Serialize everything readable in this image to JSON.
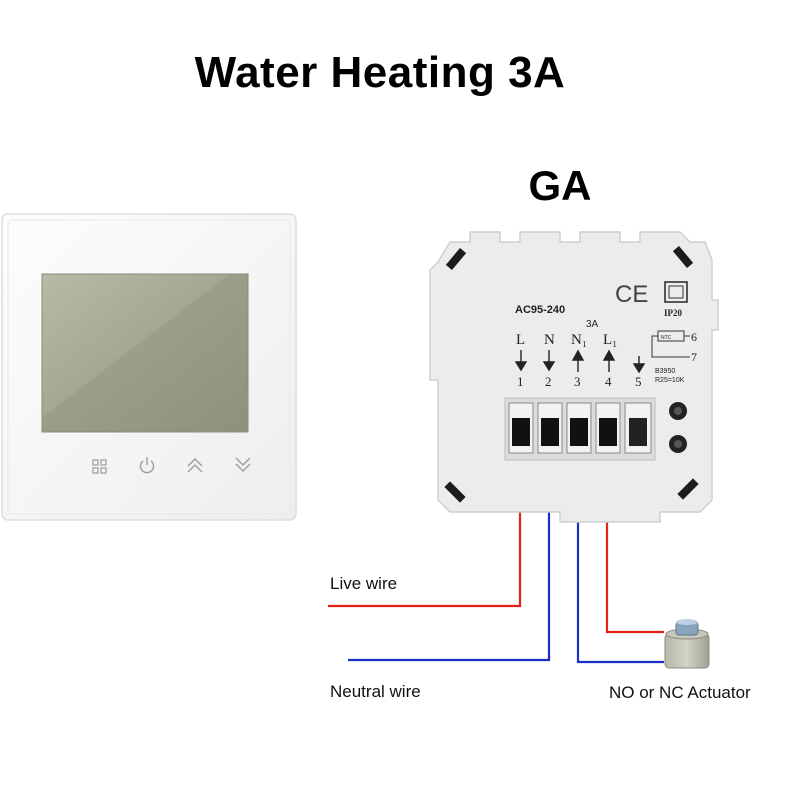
{
  "title": "Water Heating 3A",
  "module_label": "GA",
  "module": {
    "model": "AC95-240",
    "ce_mark": "CE",
    "ip_rating": "IP20",
    "current_rating": "3A",
    "terminals": [
      {
        "letter": "L",
        "number": "1",
        "arrow": "down"
      },
      {
        "letter": "N",
        "number": "2",
        "arrow": "down"
      },
      {
        "letter": "N₁",
        "number": "3",
        "arrow": "up"
      },
      {
        "letter": "L₁",
        "number": "4",
        "arrow": "up"
      },
      {
        "letter": "",
        "number": "5",
        "arrow": "down"
      }
    ],
    "ntc_label": "NTC",
    "ntc_pin_top": "6",
    "ntc_pin_bottom": "7",
    "sensor_spec_1": "B3950",
    "sensor_spec_2": "R25=10K"
  },
  "labels": {
    "live_wire": "Live wire",
    "neutral_wire": "Neutral wire",
    "actuator": "NO or NC Actuator"
  },
  "colors": {
    "live": "#e2231a",
    "neutral": "#1a2fc4",
    "panel": "#f6f6f6",
    "screen": "#a9ab96"
  },
  "icons": [
    "menu-icon",
    "power-icon",
    "chevron-up-icon",
    "chevron-down-icon"
  ]
}
